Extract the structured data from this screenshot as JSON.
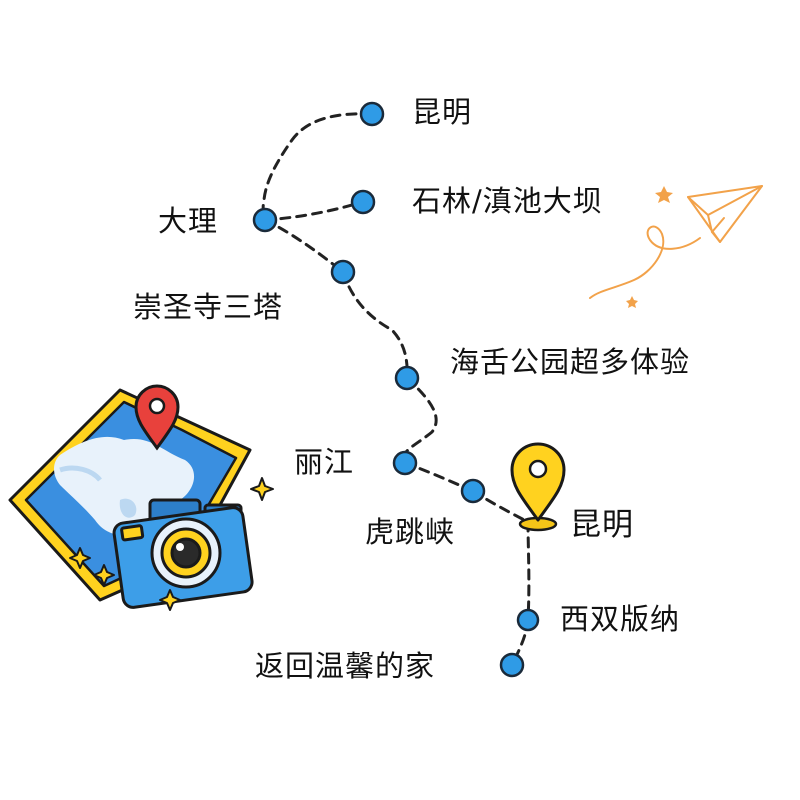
{
  "route": {
    "stops": [
      {
        "id": "kunming-start",
        "label": "昆明"
      },
      {
        "id": "stone-forest",
        "label": "石林/滇池大坝"
      },
      {
        "id": "dali",
        "label": "大理"
      },
      {
        "id": "chongsheng",
        "label": "崇圣寺三塔"
      },
      {
        "id": "haishe",
        "label": "海舌公园超多体验"
      },
      {
        "id": "lijiang",
        "label": "丽江"
      },
      {
        "id": "tiger-leaping",
        "label": "虎跳峡"
      },
      {
        "id": "kunming-return",
        "label": "昆明"
      },
      {
        "id": "xishuangbanna",
        "label": "西双版纳"
      },
      {
        "id": "home",
        "label": "返回温馨的家"
      }
    ]
  },
  "colors": {
    "dot_fill": "#2f9be6",
    "dot_stroke": "#1a2a3a",
    "path": "#222222",
    "pin_yellow": "#ffd21f",
    "pin_red": "#e8413c",
    "plane": "#f2a24a",
    "camera_blue": "#3d9ee8",
    "map_blue": "#3a8fe0"
  },
  "icons": [
    "location-pin-icon",
    "map-icon",
    "camera-icon",
    "paper-plane-icon",
    "sparkle-icon"
  ]
}
